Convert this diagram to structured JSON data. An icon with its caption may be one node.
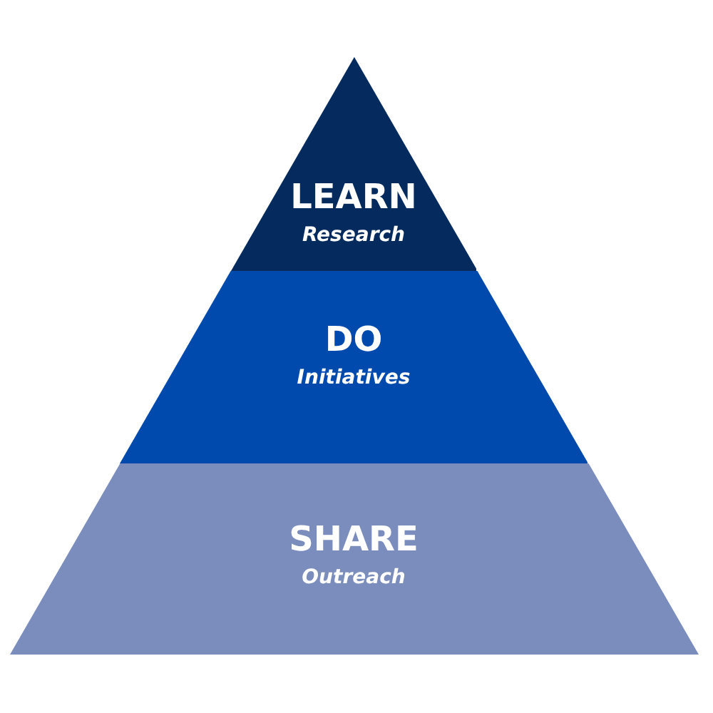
{
  "diagram": {
    "nodes": [
      {
        "text": [
          "LEARN",
          "Research"
        ]
      },
      {
        "text": [
          "DO",
          "Initiatives"
        ]
      },
      {
        "text": [
          "SHARE",
          "Outreach"
        ]
      }
    ]
  }
}
